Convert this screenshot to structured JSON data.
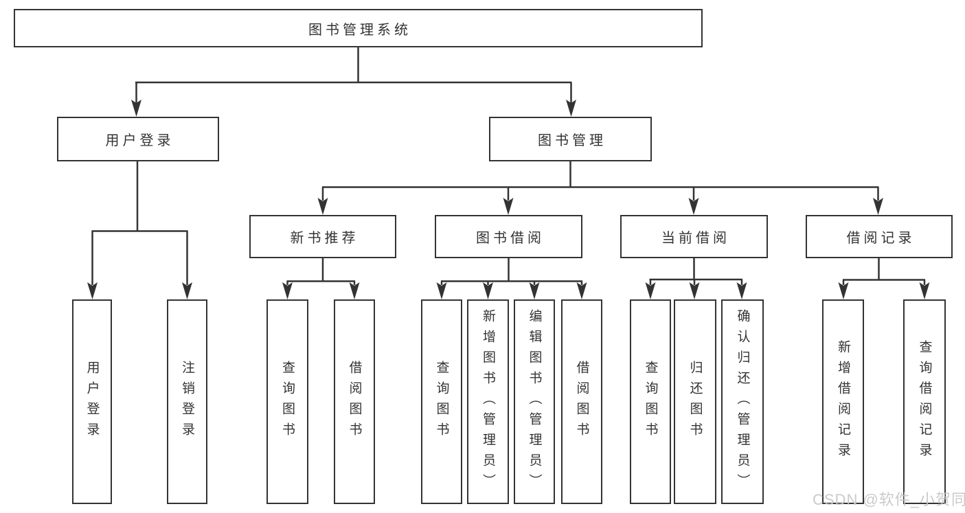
{
  "title": "图书管理系统",
  "watermark": "CSDN @软件_小贺同学",
  "colors": {
    "line": "#333333",
    "box_border": "#333333",
    "text": "#333333",
    "watermark": "#c5c5c5",
    "background": "#ffffff"
  },
  "nodes": {
    "root": "图书管理系统",
    "user_login": "用户登录",
    "book_management": "图书管理",
    "new_book_recommend": "新书推荐",
    "book_borrowing": "图书借阅",
    "current_borrowing": "当前借阅",
    "borrowing_records": "借阅记录",
    "leaf_user_login": "用户登录",
    "leaf_logout": "注销登录",
    "leaf_query_book_recommend": "查询图书",
    "leaf_borrow_book_recommend": "借阅图书",
    "leaf_query_book_borrowing": "查询图书",
    "leaf_add_book_admin": "新增图书（管理员）",
    "leaf_edit_book_admin": "编辑图书（管理员）",
    "leaf_borrow_book_borrowing": "借阅图书",
    "leaf_query_book_current": "查询图书",
    "leaf_return_book": "归还图书",
    "leaf_confirm_return_admin": "确认归还（管理员）",
    "leaf_add_borrow_record": "新增借阅记录",
    "leaf_query_borrow_record": "查询借阅记录"
  }
}
